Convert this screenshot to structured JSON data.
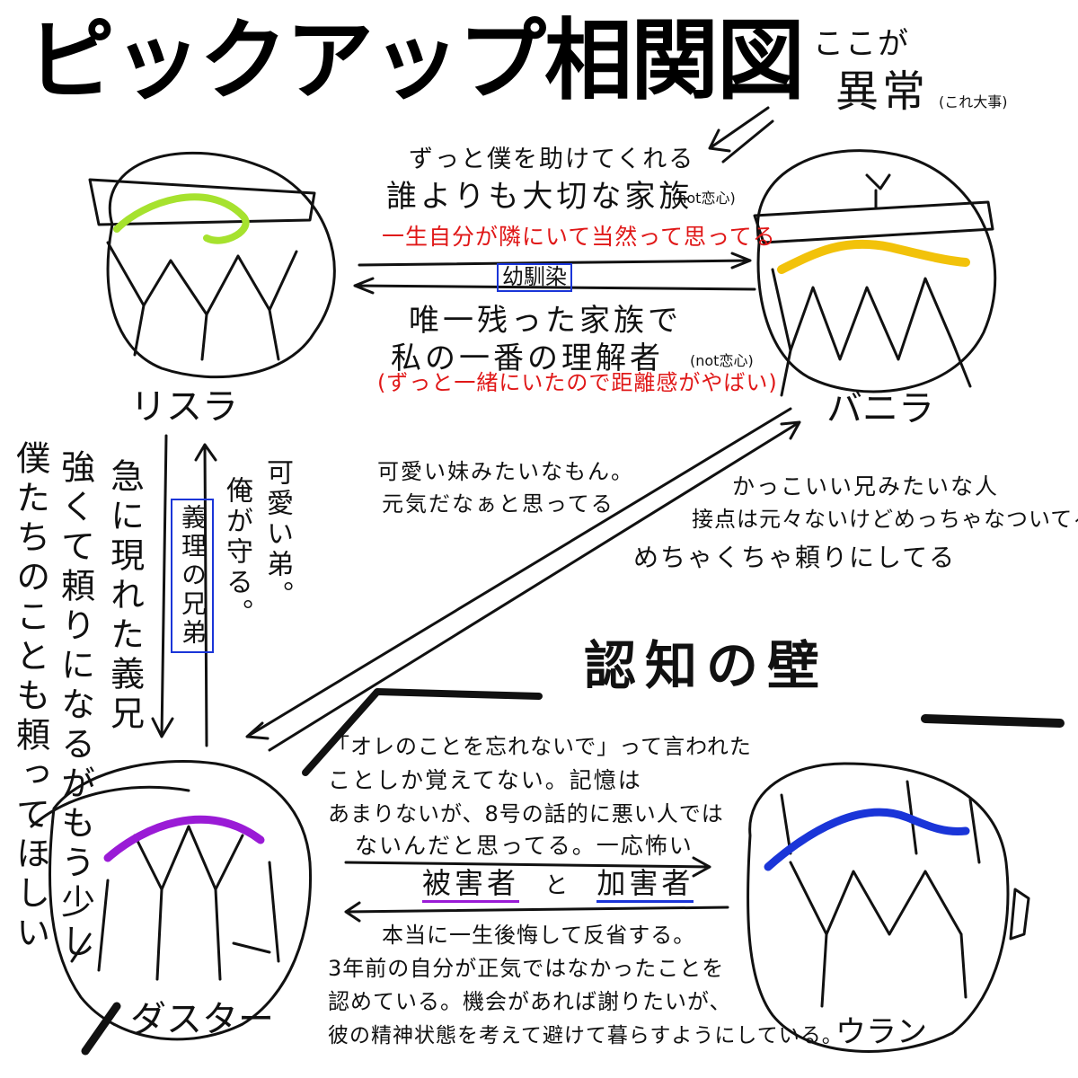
{
  "title": "ピックアップ相関図",
  "anomaly_note": {
    "line1": "ここが",
    "line2": "異常",
    "paren": "(これ大事)"
  },
  "characters": {
    "risura": "リスラ",
    "banira": "バニラ",
    "dasuta": "ダスター",
    "uran": "ウラン"
  },
  "risura_to_banira": {
    "line1": "ずっと僕を助けてくれる",
    "line2": "誰よりも大切な家族",
    "line2_note": "(not恋心)",
    "line3": "一生自分が隣にいて当然って思ってる"
  },
  "relation_center": "幼馴染",
  "banira_to_risura": {
    "line1": "唯一残った家族で",
    "line2": "私の一番の理解者",
    "line2_note": "(not恋心)",
    "line3": "(ずっと一緒にいたので距離感がやばい)"
  },
  "risura_dasuta": {
    "col_left": [
      "僕たちのことも頼ってほしい",
      "強くて頼りになるがもう少し",
      "急に現れた義兄"
    ],
    "relation": "義理の兄弟",
    "col_right": [
      "俺が守る。",
      "可愛い弟。"
    ]
  },
  "dasuta_to_banira": {
    "line1": "可愛い妹みたいなもん。",
    "line2": "元気だなぁと思ってる"
  },
  "banira_to_dasuta": {
    "line1": "かっこいい兄みたいな人",
    "line2": "接点は元々ないけどめっちゃなついてる",
    "line3": "めちゃくちゃ頼りにしてる"
  },
  "wall_label": "認知の壁",
  "uran_to_dasuta": {
    "line1": "「オレのことを忘れないで」って言われた",
    "line2": "ことしか覚えてない。記憶は",
    "line3": "あまりないが、8号の話的に悪い人では",
    "line4": "ないんだと思ってる。一応怖い"
  },
  "relation_victim": "被害者",
  "relation_and": "と",
  "relation_perpetrator": "加害者",
  "dasuta_to_uran": {
    "line1": "本当に一生後悔して反省する。",
    "line2": "3年前の自分が正気ではなかったことを",
    "line3": "認めている。機会があれば謝りたいが、",
    "line4": "彼の精神状態を考えて避けて暮らすようにしている。"
  },
  "colors": {
    "risura_accent": "#a6e22e",
    "banira_accent": "#f2c20a",
    "dasuta_accent": "#9a1bd6",
    "uran_accent": "#1a35d8",
    "emphasis_red": "#e01818"
  }
}
